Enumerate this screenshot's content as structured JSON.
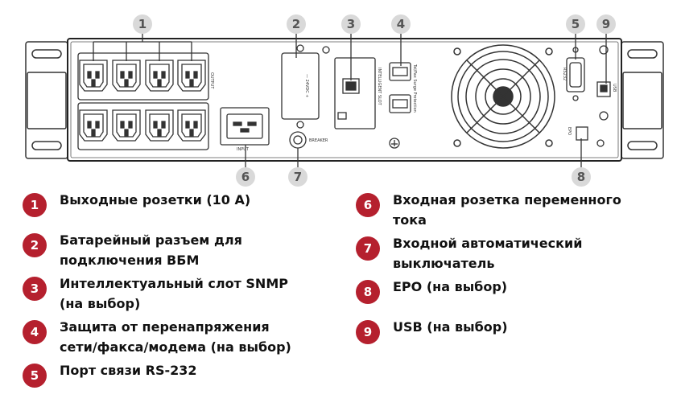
{
  "callouts": [
    "1",
    "2",
    "3",
    "4",
    "5",
    "6",
    "7",
    "8",
    "9"
  ],
  "panel": {
    "output_label": "OUTPUT",
    "input_label": "INPUT",
    "breaker_label": "BREAKER",
    "battery_label": "— 24VDC +",
    "slot_label": "INTELLIGENT SLOT",
    "surge_label": "Tel/Fax Surge Protection",
    "rs232_label": "RS232",
    "usb_label": "USB",
    "epo_label": "EPO"
  },
  "legend": [
    {
      "num": "1",
      "text": "Выходные розетки (10 А)"
    },
    {
      "num": "2",
      "text": "Батарейный разъем для подключения ВБМ"
    },
    {
      "num": "3",
      "text": "Интеллектуальный слот SNMP (на выбор)"
    },
    {
      "num": "4",
      "text": "Защита от перенапряжения сети/факса/модема (на выбор)"
    },
    {
      "num": "5",
      "text": "Порт связи RS-232"
    },
    {
      "num": "6",
      "text": "Входная розетка переменного тока"
    },
    {
      "num": "7",
      "text": "Входной автоматический выключатель"
    },
    {
      "num": "8",
      "text": "EPO (на выбор)"
    },
    {
      "num": "9",
      "text": "USB (на выбор)"
    }
  ],
  "colors": {
    "badge": "#b5202e",
    "line": "#333333",
    "callout_circle": "#d9d9d9"
  }
}
